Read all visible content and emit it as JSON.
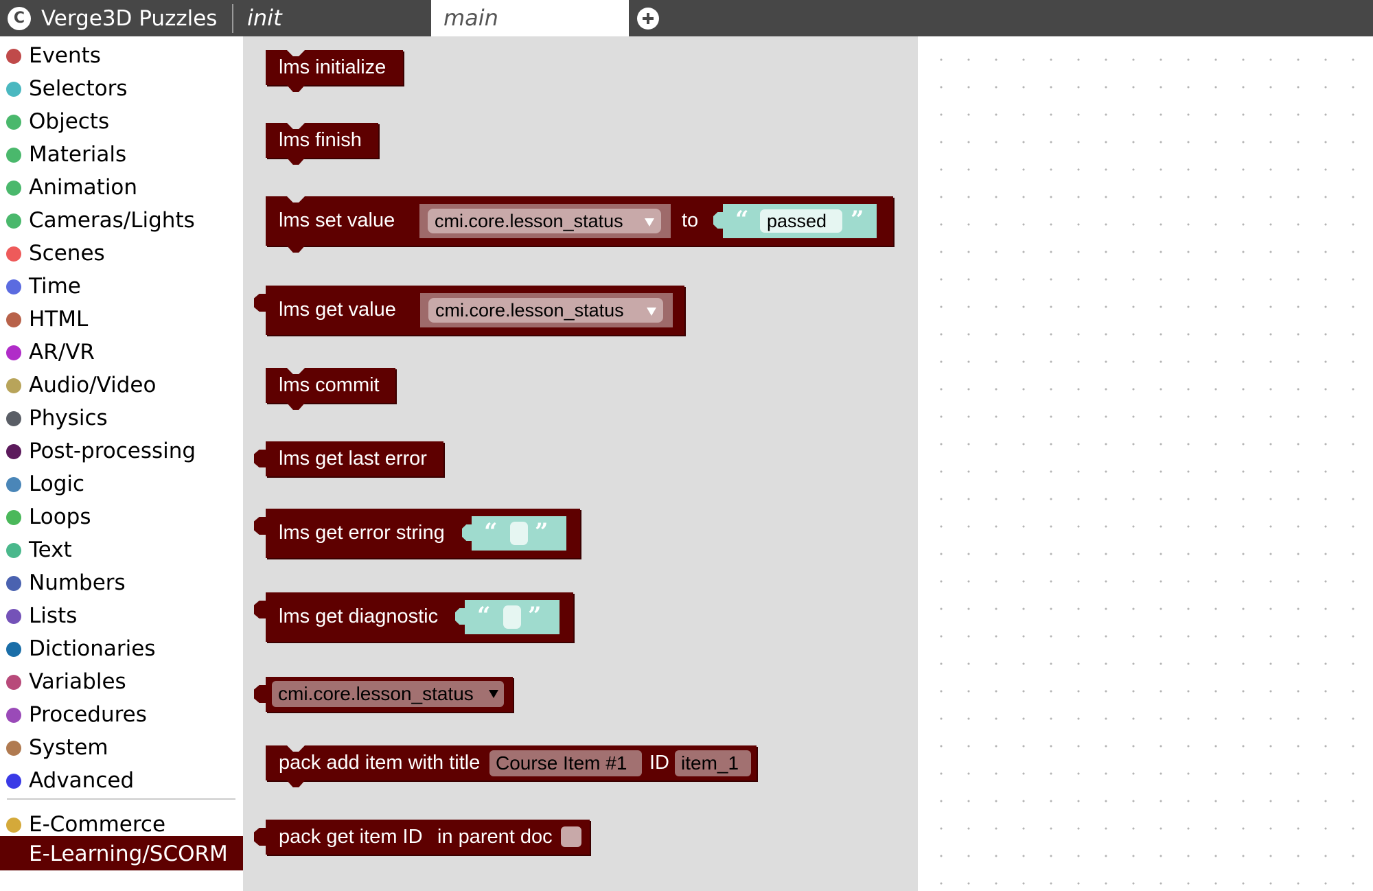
{
  "app": {
    "title": "Verge3D Puzzles",
    "logo_glyph": "C"
  },
  "tabs": [
    {
      "label": "init",
      "active": false
    },
    {
      "label": "main",
      "active": true
    }
  ],
  "add_tab_icon": "plus-circle-icon",
  "sidebar": {
    "categories": [
      {
        "label": "Events",
        "color": "#c04a4a"
      },
      {
        "label": "Selectors",
        "color": "#4ab8c0"
      },
      {
        "label": "Objects",
        "color": "#4ab86c"
      },
      {
        "label": "Materials",
        "color": "#4ab86c"
      },
      {
        "label": "Animation",
        "color": "#4ab86c"
      },
      {
        "label": "Cameras/Lights",
        "color": "#4ab86c"
      },
      {
        "label": "Scenes",
        "color": "#ee5a5a"
      },
      {
        "label": "Time",
        "color": "#5b6be0"
      },
      {
        "label": "HTML",
        "color": "#b8624a"
      },
      {
        "label": "AR/VR",
        "color": "#b02cc8"
      },
      {
        "label": "Audio/Video",
        "color": "#b8a45a"
      },
      {
        "label": "Physics",
        "color": "#5a5e66"
      },
      {
        "label": "Post-processing",
        "color": "#5c1a5c"
      },
      {
        "label": "Logic",
        "color": "#4a86b8"
      },
      {
        "label": "Loops",
        "color": "#4ab85a"
      },
      {
        "label": "Text",
        "color": "#4ab88c"
      },
      {
        "label": "Numbers",
        "color": "#4a62b0"
      },
      {
        "label": "Lists",
        "color": "#7452b8"
      },
      {
        "label": "Dictionaries",
        "color": "#1a6ea8"
      },
      {
        "label": "Variables",
        "color": "#b84a7a"
      },
      {
        "label": "Procedures",
        "color": "#9a4ab8"
      },
      {
        "label": "System",
        "color": "#b07a50"
      },
      {
        "label": "Advanced",
        "color": "#3a3ae6"
      },
      {
        "label": "E-Commerce",
        "color": "#d4a93a"
      },
      {
        "label": "E-Learning/SCORM",
        "color": "#5e0000",
        "selected": true
      }
    ]
  },
  "blocks": {
    "lms_initialize": "lms initialize",
    "lms_finish": "lms finish",
    "lms_set_value": {
      "label": "lms set value",
      "field": "cmi.core.lesson_status",
      "to": "to",
      "text": "passed"
    },
    "lms_get_value": {
      "label": "lms get value",
      "field": "cmi.core.lesson_status"
    },
    "lms_commit": "lms commit",
    "lms_get_last_error": "lms get last error",
    "lms_get_error_string": {
      "label": "lms get error string",
      "text": ""
    },
    "lms_get_diagnostic": {
      "label": "lms get diagnostic",
      "text": ""
    },
    "lesson_status": {
      "field": "cmi.core.lesson_status"
    },
    "pack_add_item": {
      "label": "pack add item with title",
      "title": "Course Item #1",
      "id_label": "ID",
      "id": "item_1"
    },
    "pack_get_item": {
      "label": "pack get item ID",
      "parent_label": "in parent doc"
    }
  },
  "quotes": {
    "open": "“",
    "close": "”"
  },
  "colors": {
    "block": "#5e0000",
    "flyout": "#dddddd",
    "topbar": "#474747",
    "text_block": "#9fdbce"
  }
}
